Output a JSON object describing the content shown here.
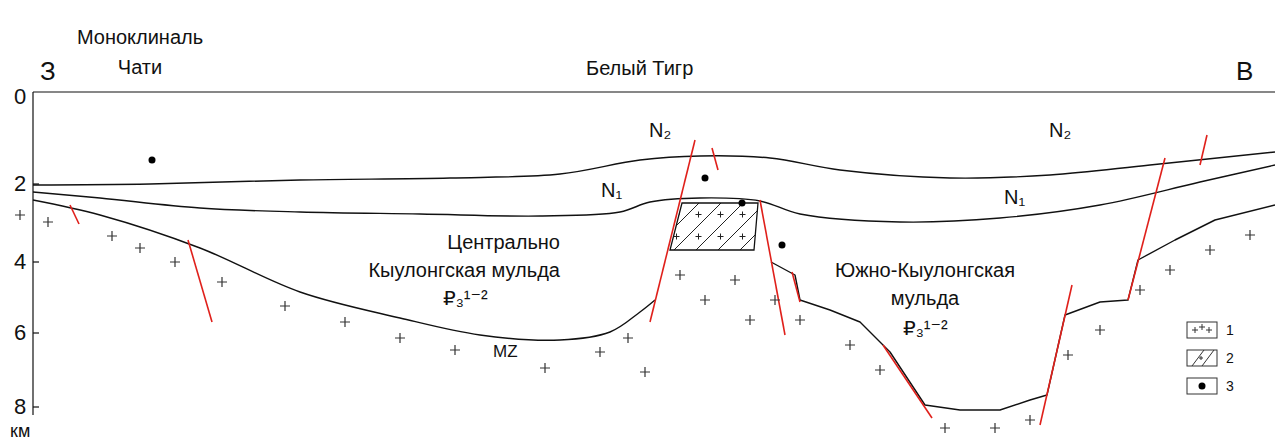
{
  "diagram": {
    "labels": [
      "Моноклиналь Чати",
      "Белый Тигр",
      "З",
      "В",
      "0",
      "2",
      "4",
      "6",
      "8",
      "км",
      "N₂",
      "N₂",
      "N₁",
      "N₁",
      "Центрально Кыулонгская мульда",
      "₽₃¹⁻²",
      "Южно-Кыулонгская мульда",
      "₽₃¹⁻²",
      "MZ"
    ],
    "legend": [
      {
        "text": "1"
      },
      {
        "text": "2"
      },
      {
        "text": "3"
      }
    ]
  }
}
